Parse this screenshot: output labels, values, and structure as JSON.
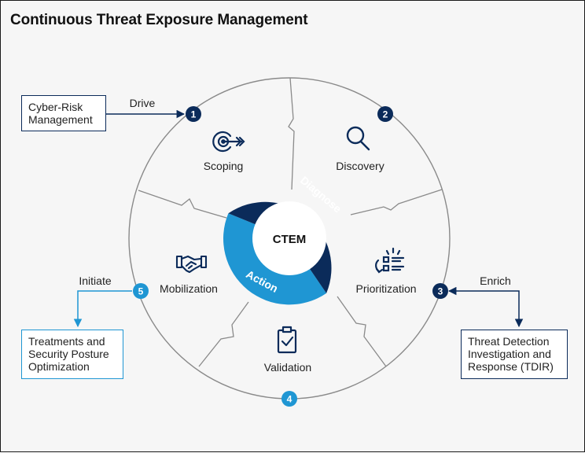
{
  "title": "Continuous Threat Exposure Management",
  "center_label": "CTEM",
  "ring": {
    "diagnose": "Diagnose",
    "action": "Action"
  },
  "stages": [
    {
      "num": "1",
      "label": "Scoping",
      "icon": "target-icon"
    },
    {
      "num": "2",
      "label": "Discovery",
      "icon": "magnifier-icon"
    },
    {
      "num": "3",
      "label": "Prioritization",
      "icon": "list-priority-icon"
    },
    {
      "num": "4",
      "label": "Validation",
      "icon": "clipboard-check-icon"
    },
    {
      "num": "5",
      "label": "Mobilization",
      "icon": "handshake-icon"
    }
  ],
  "external": {
    "cyber_risk": {
      "line1": "Cyber-Risk",
      "line2": "Management",
      "arrow": "Drive"
    },
    "tdir": {
      "line1": "Threat Detection",
      "line2": "Investigation and",
      "line3": "Response (TDIR)",
      "arrow": "Enrich"
    },
    "treatments": {
      "line1": "Treatments and",
      "line2": "Security Posture",
      "line3": "Optimization",
      "arrow": "Initiate"
    }
  },
  "colors": {
    "navy": "#0b2b5a",
    "blue": "#1f96d3",
    "grey_line": "#8a8a8a"
  }
}
